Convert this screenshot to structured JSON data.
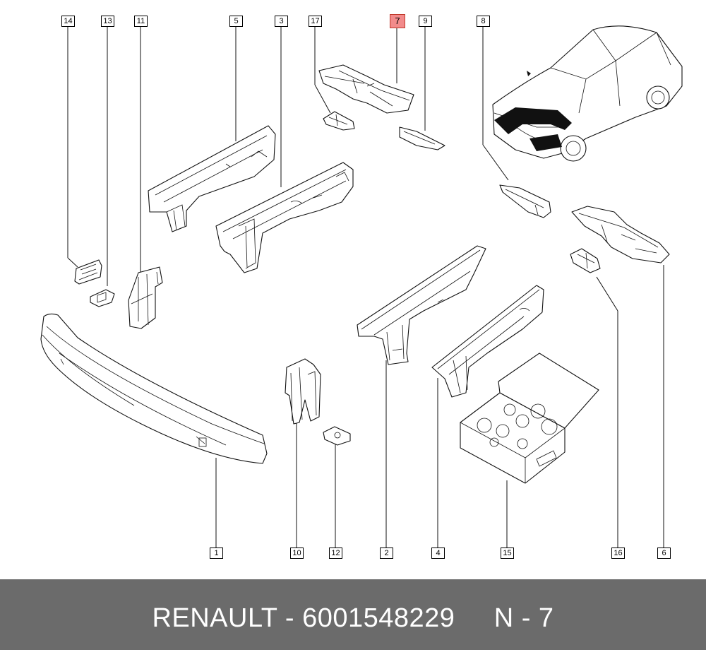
{
  "callouts": {
    "c1": "1",
    "c2": "2",
    "c3": "3",
    "c4": "4",
    "c5": "5",
    "c6": "6",
    "c7": "7",
    "c8": "8",
    "c9": "9",
    "c10": "10",
    "c11": "11",
    "c12": "12",
    "c13": "13",
    "c14": "14",
    "c15": "15",
    "c16": "16",
    "c17": "17"
  },
  "highlighted_callout": "7",
  "colors": {
    "highlight": "#f28b8b",
    "footer_bg": "#6b6b6b",
    "footer_text": "#ffffff"
  },
  "footer": {
    "brand": "RENAULT",
    "part_number": "6001548229",
    "position": "N - 7",
    "full": "RENAULT - 6001548229     N - 7"
  }
}
